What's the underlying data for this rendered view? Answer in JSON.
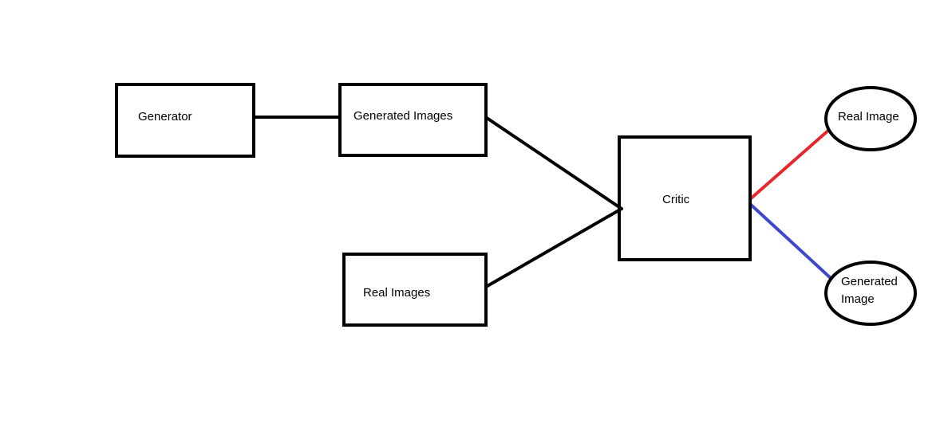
{
  "nodes": {
    "generator": {
      "label": "Generator"
    },
    "generated_images": {
      "label": "Generated Images"
    },
    "real_images": {
      "label": "Real Images"
    },
    "critic": {
      "label": "Critic"
    },
    "real_image_output": {
      "label": "Real Image"
    },
    "generated_image_output": {
      "label_line1": "Generated",
      "label_line2": "Image"
    }
  },
  "colors": {
    "stroke": "#000000",
    "real_edge": "#e8272d",
    "generated_edge": "#3f48cc",
    "background": "#ffffff"
  }
}
